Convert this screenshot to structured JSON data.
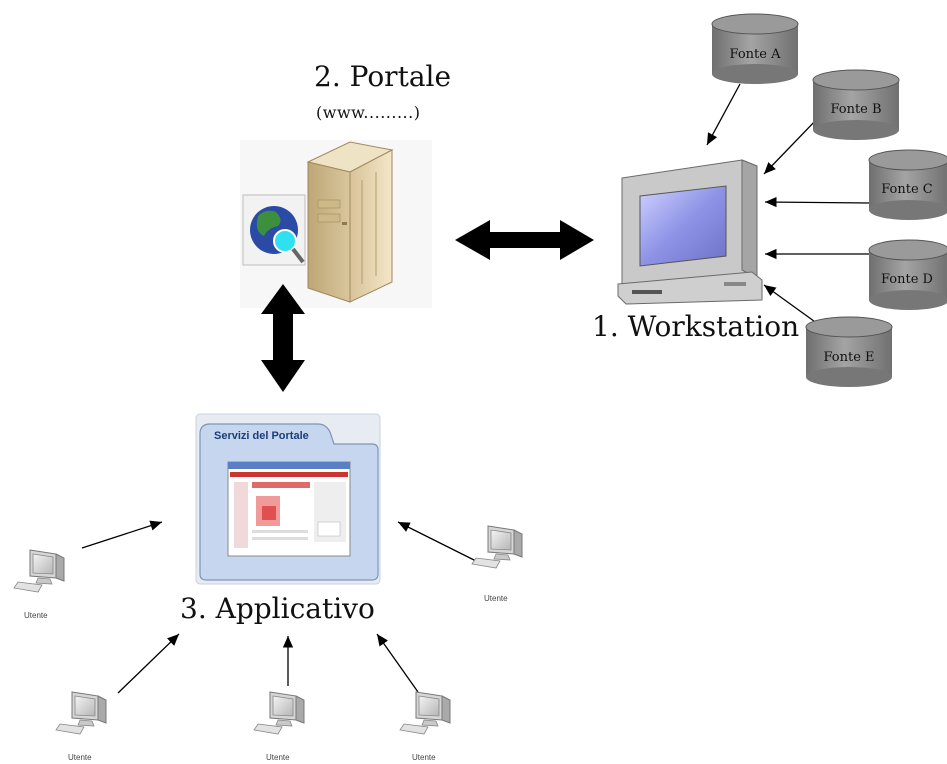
{
  "portal": {
    "title": "2. Portale",
    "url": "(www.........)"
  },
  "workstation": {
    "title": "1. Workstation"
  },
  "app": {
    "title": "3. Applicativo",
    "panel_title": "Servizi del Portale"
  },
  "sources": [
    {
      "label": "Fonte A"
    },
    {
      "label": "Fonte B"
    },
    {
      "label": "Fonte C"
    },
    {
      "label": "Fonte D"
    },
    {
      "label": "Fonte E"
    }
  ],
  "users": [
    {
      "label": "Utente"
    },
    {
      "label": "Utente"
    },
    {
      "label": "Utente"
    },
    {
      "label": "Utente"
    },
    {
      "label": "Utente"
    }
  ],
  "icons": {
    "server": "server-icon",
    "globe": "globe-search-icon",
    "workstation": "desktop-computer-icon",
    "database": "database-cylinder-icon",
    "user_pc": "user-computer-icon"
  },
  "colors": {
    "cylinder_fill": "#8c8c8c",
    "screen_fill": "#8f93e0",
    "server_fill": "#e6d6b4",
    "panel_fill": "#c6d7ef",
    "arrow": "#000000"
  }
}
